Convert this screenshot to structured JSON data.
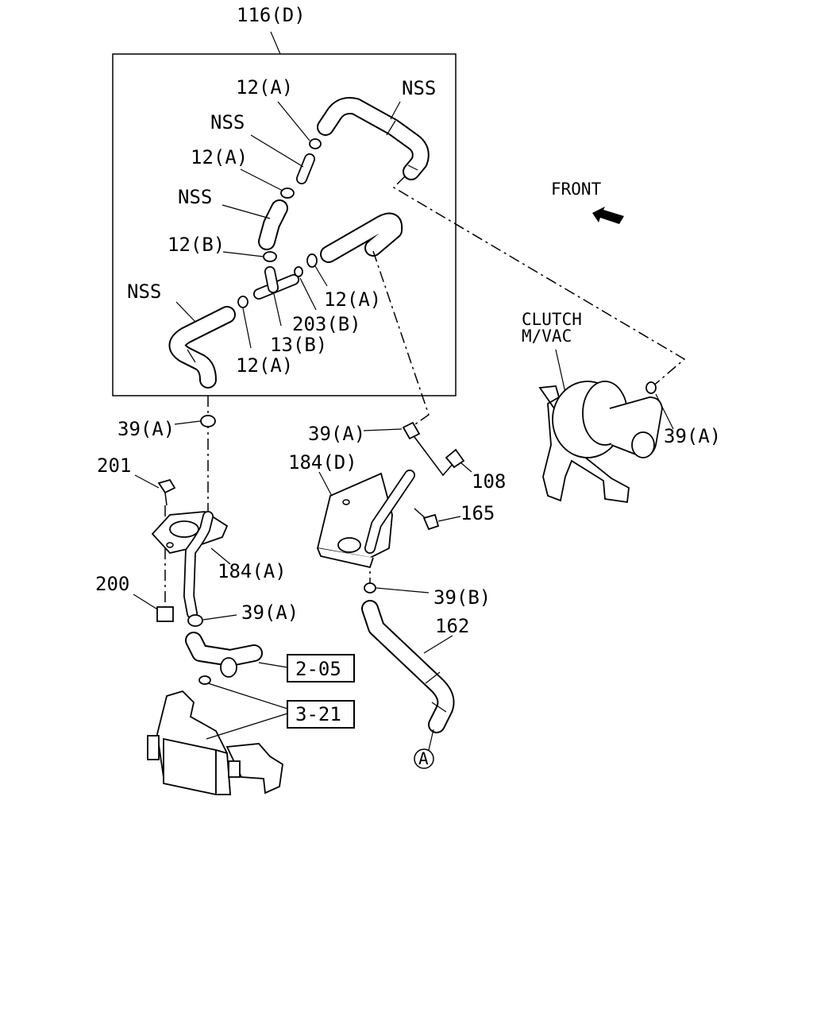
{
  "frame_label": "116(D)",
  "direction": {
    "text": "FRONT",
    "icon": "front-arrow-icon"
  },
  "component": {
    "line1": "CLUTCH",
    "line2": "M/VAC"
  },
  "callouts": {
    "c_12a_top": "12(A)",
    "c_nss_top_right": "NSS",
    "c_nss_upper": "NSS",
    "c_12a_mid": "12(A)",
    "c_nss_mid": "NSS",
    "c_12b": "12(B)",
    "c_12a_right": "12(A)",
    "c_nss_left": "NSS",
    "c_203b": "203(B)",
    "c_13b": "13(B)",
    "c_12a_bottom": "12(A)",
    "c_39a_left": "39(A)",
    "c_39a_center": "39(A)",
    "c_39a_right": "39(A)",
    "c_201": "201",
    "c_184d": "184(D)",
    "c_108": "108",
    "c_165": "165",
    "c_184a": "184(A)",
    "c_200": "200",
    "c_39a_lower": "39(A)",
    "c_39b": "39(B)",
    "c_162": "162"
  },
  "refs": {
    "ref_205": "2-05",
    "ref_321": "3-21"
  },
  "connector": "A"
}
